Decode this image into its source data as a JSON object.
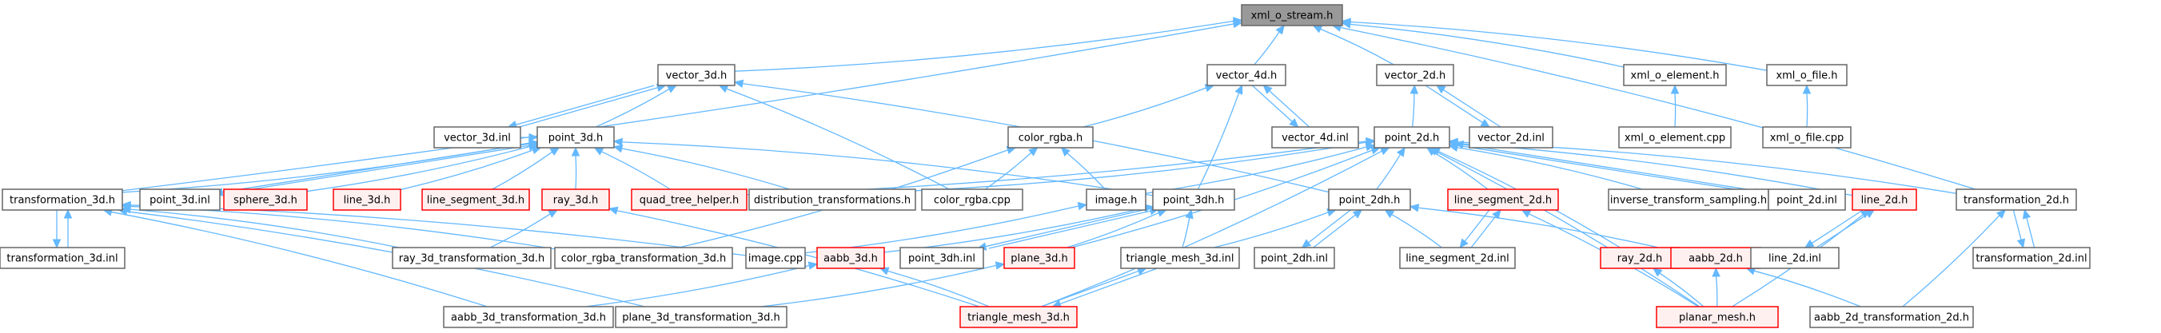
{
  "colors": {
    "edge": "#63b8ff",
    "focus_fill": "#999999",
    "focus_stroke": "#666666",
    "normal_fill": "#ffffff",
    "normal_stroke": "#666666",
    "truncated_fill": "#fff0f0",
    "truncated_stroke": "#ff0000"
  },
  "nodes": [
    {
      "id": "xml_o_stream_h",
      "label": "xml_o_stream.h",
      "style": "focus"
    },
    {
      "id": "vector_3d_h",
      "label": "vector_3d.h",
      "style": "normal"
    },
    {
      "id": "vector_4d_h",
      "label": "vector_4d.h",
      "style": "normal"
    },
    {
      "id": "vector_2d_h",
      "label": "vector_2d.h",
      "style": "normal"
    },
    {
      "id": "xml_o_element_h",
      "label": "xml_o_element.h",
      "style": "normal"
    },
    {
      "id": "xml_o_file_h",
      "label": "xml_o_file.h",
      "style": "normal"
    },
    {
      "id": "vector_3d_inl",
      "label": "vector_3d.inl",
      "style": "normal"
    },
    {
      "id": "point_3d_h",
      "label": "point_3d.h",
      "style": "normal"
    },
    {
      "id": "color_rgba_h",
      "label": "color_rgba.h",
      "style": "normal"
    },
    {
      "id": "vector_4d_inl",
      "label": "vector_4d.inl",
      "style": "normal"
    },
    {
      "id": "point_2d_h",
      "label": "point_2d.h",
      "style": "normal"
    },
    {
      "id": "vector_2d_inl",
      "label": "vector_2d.inl",
      "style": "normal"
    },
    {
      "id": "xml_o_element_cpp",
      "label": "xml_o_element.cpp",
      "style": "normal"
    },
    {
      "id": "xml_o_file_cpp",
      "label": "xml_o_file.cpp",
      "style": "normal"
    },
    {
      "id": "transformation_3d_h",
      "label": "transformation_3d.h",
      "style": "normal"
    },
    {
      "id": "point_3d_inl",
      "label": "point_3d.inl",
      "style": "normal"
    },
    {
      "id": "sphere_3d_h",
      "label": "sphere_3d.h",
      "style": "truncated"
    },
    {
      "id": "line_3d_h",
      "label": "line_3d.h",
      "style": "truncated"
    },
    {
      "id": "line_segment_3d_h",
      "label": "line_segment_3d.h",
      "style": "truncated"
    },
    {
      "id": "ray_3d_h",
      "label": "ray_3d.h",
      "style": "truncated"
    },
    {
      "id": "quad_tree_helper_h",
      "label": "quad_tree_helper.h",
      "style": "truncated"
    },
    {
      "id": "distribution_transformations_h",
      "label": "distribution_transformations.h",
      "style": "normal"
    },
    {
      "id": "color_rgba_cpp",
      "label": "color_rgba.cpp",
      "style": "normal"
    },
    {
      "id": "image_h",
      "label": "image.h",
      "style": "normal"
    },
    {
      "id": "point_3dh_h",
      "label": "point_3dh.h",
      "style": "normal"
    },
    {
      "id": "point_2dh_h",
      "label": "point_2dh.h",
      "style": "normal"
    },
    {
      "id": "line_segment_2d_h",
      "label": "line_segment_2d.h",
      "style": "truncated"
    },
    {
      "id": "inverse_transform_sampling_h",
      "label": "inverse_transform_sampling.h",
      "style": "normal"
    },
    {
      "id": "point_2d_inl",
      "label": "point_2d.inl",
      "style": "normal"
    },
    {
      "id": "line_2d_h",
      "label": "line_2d.h",
      "style": "truncated"
    },
    {
      "id": "transformation_2d_h",
      "label": "transformation_2d.h",
      "style": "normal"
    },
    {
      "id": "transformation_3d_inl",
      "label": "transformation_3d.inl",
      "style": "normal"
    },
    {
      "id": "ray_3d_transformation_3d_h",
      "label": "ray_3d_transformation_3d.h",
      "style": "normal"
    },
    {
      "id": "color_rgba_transformation_3d_h",
      "label": "color_rgba_transformation_3d.h",
      "style": "normal"
    },
    {
      "id": "image_cpp",
      "label": "image.cpp",
      "style": "normal"
    },
    {
      "id": "aabb_3d_h",
      "label": "aabb_3d.h",
      "style": "truncated"
    },
    {
      "id": "point_3dh_inl",
      "label": "point_3dh.inl",
      "style": "normal"
    },
    {
      "id": "plane_3d_h",
      "label": "plane_3d.h",
      "style": "truncated"
    },
    {
      "id": "triangle_mesh_3d_inl",
      "label": "triangle_mesh_3d.inl",
      "style": "normal"
    },
    {
      "id": "point_2dh_inl",
      "label": "point_2dh.inl",
      "style": "normal"
    },
    {
      "id": "line_segment_2d_inl",
      "label": "line_segment_2d.inl",
      "style": "normal"
    },
    {
      "id": "ray_2d_h",
      "label": "ray_2d.h",
      "style": "truncated"
    },
    {
      "id": "aabb_2d_h",
      "label": "aabb_2d.h",
      "style": "truncated"
    },
    {
      "id": "line_2d_inl",
      "label": "line_2d.inl",
      "style": "normal"
    },
    {
      "id": "transformation_2d_inl",
      "label": "transformation_2d.inl",
      "style": "normal"
    },
    {
      "id": "aabb_3d_transformation_3d_h",
      "label": "aabb_3d_transformation_3d.h",
      "style": "normal"
    },
    {
      "id": "plane_3d_transformation_3d_h",
      "label": "plane_3d_transformation_3d.h",
      "style": "normal"
    },
    {
      "id": "triangle_mesh_3d_h",
      "label": "triangle_mesh_3d.h",
      "style": "truncated"
    },
    {
      "id": "planar_mesh_h",
      "label": "planar_mesh.h",
      "style": "truncated"
    },
    {
      "id": "aabb_2d_transformation_2d_h",
      "label": "aabb_2d_transformation_2d.h",
      "style": "normal"
    }
  ],
  "edges": [
    [
      "vector_3d_h",
      "xml_o_stream_h"
    ],
    [
      "vector_4d_h",
      "xml_o_stream_h"
    ],
    [
      "vector_2d_h",
      "xml_o_stream_h"
    ],
    [
      "xml_o_element_h",
      "xml_o_stream_h"
    ],
    [
      "xml_o_file_h",
      "xml_o_stream_h"
    ],
    [
      "transformation_3d_h",
      "xml_o_stream_h"
    ],
    [
      "transformation_2d_h",
      "xml_o_stream_h"
    ],
    [
      "vector_3d_inl",
      "vector_3d_h"
    ],
    [
      "vector_3d_h",
      "vector_3d_inl"
    ],
    [
      "point_3d_h",
      "vector_3d_h"
    ],
    [
      "color_rgba_cpp",
      "vector_3d_h"
    ],
    [
      "point_2dh_h",
      "vector_3d_h"
    ],
    [
      "color_rgba_h",
      "vector_4d_h"
    ],
    [
      "vector_4d_inl",
      "vector_4d_h"
    ],
    [
      "vector_4d_h",
      "vector_4d_inl"
    ],
    [
      "point_3dh_h",
      "vector_4d_h"
    ],
    [
      "point_2d_h",
      "vector_2d_h"
    ],
    [
      "vector_2d_inl",
      "vector_2d_h"
    ],
    [
      "vector_2d_h",
      "vector_2d_inl"
    ],
    [
      "xml_o_element_cpp",
      "xml_o_element_h"
    ],
    [
      "xml_o_file_cpp",
      "xml_o_file_h"
    ],
    [
      "vector_3d_inl",
      "point_3d_h"
    ],
    [
      "transformation_3d_h",
      "point_3d_h"
    ],
    [
      "point_3d_inl",
      "point_3d_h"
    ],
    [
      "point_3d_h",
      "point_3d_inl"
    ],
    [
      "sphere_3d_h",
      "point_3d_h"
    ],
    [
      "line_3d_h",
      "point_3d_h"
    ],
    [
      "line_segment_3d_h",
      "point_3d_h"
    ],
    [
      "ray_3d_h",
      "point_3d_h"
    ],
    [
      "quad_tree_helper_h",
      "point_3d_h"
    ],
    [
      "distribution_transformations_h",
      "point_3d_h"
    ],
    [
      "point_3dh_h",
      "point_3d_h"
    ],
    [
      "color_rgba_cpp",
      "color_rgba_h"
    ],
    [
      "image_h",
      "color_rgba_h"
    ],
    [
      "color_rgba_transformation_3d_h",
      "color_rgba_h"
    ],
    [
      "quad_tree_helper_h",
      "point_2d_h"
    ],
    [
      "distribution_transformations_h",
      "point_2d_h"
    ],
    [
      "image_h",
      "point_2d_h"
    ],
    [
      "point_2dh_h",
      "point_2d_h"
    ],
    [
      "line_segment_2d_h",
      "point_2d_h"
    ],
    [
      "inverse_transform_sampling_h",
      "point_2d_h"
    ],
    [
      "point_2d_inl",
      "point_2d_h"
    ],
    [
      "point_2d_h",
      "point_2d_inl"
    ],
    [
      "line_2d_h",
      "point_2d_h"
    ],
    [
      "transformation_2d_h",
      "point_2d_h"
    ],
    [
      "ray_2d_h",
      "point_2d_h"
    ],
    [
      "planar_mesh_h",
      "point_2d_h"
    ],
    [
      "triangle_mesh_3d_h",
      "point_2d_h"
    ],
    [
      "plane_3d_h",
      "point_2d_h"
    ],
    [
      "transformation_3d_inl",
      "transformation_3d_h"
    ],
    [
      "transformation_3d_h",
      "transformation_3d_inl"
    ],
    [
      "ray_3d_transformation_3d_h",
      "transformation_3d_h"
    ],
    [
      "color_rgba_transformation_3d_h",
      "transformation_3d_h"
    ],
    [
      "image_cpp",
      "transformation_3d_h"
    ],
    [
      "aabb_3d_transformation_3d_h",
      "transformation_3d_h"
    ],
    [
      "plane_3d_transformation_3d_h",
      "transformation_3d_h"
    ],
    [
      "ray_3d_transformation_3d_h",
      "ray_3d_h"
    ],
    [
      "triangle_mesh_3d_h",
      "ray_3d_h"
    ],
    [
      "image_cpp",
      "image_h"
    ],
    [
      "aabb_3d_h",
      "point_3dh_h"
    ],
    [
      "point_3dh_inl",
      "point_3dh_h"
    ],
    [
      "point_3dh_h",
      "point_3dh_inl"
    ],
    [
      "plane_3d_h",
      "point_3dh_h"
    ],
    [
      "triangle_mesh_3d_inl",
      "point_3dh_h"
    ],
    [
      "triangle_mesh_3d_inl",
      "point_2dh_h"
    ],
    [
      "point_2dh_inl",
      "point_2dh_h"
    ],
    [
      "point_2dh_h",
      "point_2dh_inl"
    ],
    [
      "line_segment_2d_inl",
      "point_2dh_h"
    ],
    [
      "aabb_2d_h",
      "point_2dh_h"
    ],
    [
      "line_segment_2d_inl",
      "line_segment_2d_h"
    ],
    [
      "line_segment_2d_h",
      "line_segment_2d_inl"
    ],
    [
      "planar_mesh_h",
      "line_segment_2d_h"
    ],
    [
      "line_2d_inl",
      "line_2d_h"
    ],
    [
      "line_2d_h",
      "line_2d_inl"
    ],
    [
      "planar_mesh_h",
      "line_2d_h"
    ],
    [
      "transformation_2d_inl",
      "transformation_2d_h"
    ],
    [
      "transformation_2d_h",
      "transformation_2d_inl"
    ],
    [
      "aabb_2d_transformation_2d_h",
      "transformation_2d_h"
    ],
    [
      "aabb_3d_transformation_3d_h",
      "aabb_3d_h"
    ],
    [
      "triangle_mesh_3d_h",
      "aabb_3d_h"
    ],
    [
      "plane_3d_transformation_3d_h",
      "plane_3d_h"
    ],
    [
      "triangle_mesh_3d_h",
      "triangle_mesh_3d_inl"
    ],
    [
      "triangle_mesh_3d_inl",
      "triangle_mesh_3d_h"
    ],
    [
      "planar_mesh_h",
      "ray_2d_h"
    ],
    [
      "planar_mesh_h",
      "aabb_2d_h"
    ],
    [
      "aabb_2d_transformation_2d_h",
      "aabb_2d_h"
    ]
  ]
}
